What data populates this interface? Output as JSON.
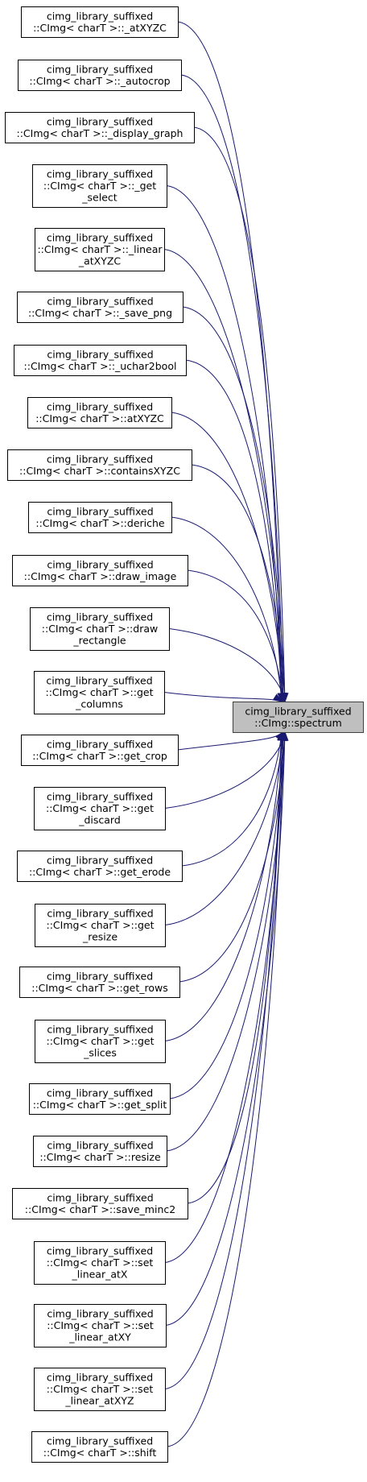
{
  "target": {
    "lines": [
      "cimg_library_suffixed",
      "::CImg::spectrum"
    ]
  },
  "callers": [
    {
      "lines": [
        "cimg_library_suffixed",
        "::CImg< charT >::_atXYZC"
      ]
    },
    {
      "lines": [
        "cimg_library_suffixed",
        "::CImg< charT >::_autocrop"
      ]
    },
    {
      "lines": [
        "cimg_library_suffixed",
        "::CImg< charT >::_display_graph"
      ]
    },
    {
      "lines": [
        "cimg_library_suffixed",
        "::CImg< charT >::_get",
        "_select"
      ]
    },
    {
      "lines": [
        "cimg_library_suffixed",
        "::CImg< charT >::_linear",
        "_atXYZC"
      ]
    },
    {
      "lines": [
        "cimg_library_suffixed",
        "::CImg< charT >::_save_png"
      ]
    },
    {
      "lines": [
        "cimg_library_suffixed",
        "::CImg< charT >::_uchar2bool"
      ]
    },
    {
      "lines": [
        "cimg_library_suffixed",
        "::CImg< charT >::atXYZC"
      ]
    },
    {
      "lines": [
        "cimg_library_suffixed",
        "::CImg< charT >::containsXYZC"
      ]
    },
    {
      "lines": [
        "cimg_library_suffixed",
        "::CImg< charT >::deriche"
      ]
    },
    {
      "lines": [
        "cimg_library_suffixed",
        "::CImg< charT >::draw_image"
      ]
    },
    {
      "lines": [
        "cimg_library_suffixed",
        "::CImg< charT >::draw",
        "_rectangle"
      ]
    },
    {
      "lines": [
        "cimg_library_suffixed",
        "::CImg< charT >::get",
        "_columns"
      ]
    },
    {
      "lines": [
        "cimg_library_suffixed",
        "::CImg< charT >::get_crop"
      ]
    },
    {
      "lines": [
        "cimg_library_suffixed",
        "::CImg< charT >::get",
        "_discard"
      ]
    },
    {
      "lines": [
        "cimg_library_suffixed",
        "::CImg< charT >::get_erode"
      ]
    },
    {
      "lines": [
        "cimg_library_suffixed",
        "::CImg< charT >::get",
        "_resize"
      ]
    },
    {
      "lines": [
        "cimg_library_suffixed",
        "::CImg< charT >::get_rows"
      ]
    },
    {
      "lines": [
        "cimg_library_suffixed",
        "::CImg< charT >::get",
        "_slices"
      ]
    },
    {
      "lines": [
        "cimg_library_suffixed",
        "::CImg< charT >::get_split"
      ]
    },
    {
      "lines": [
        "cimg_library_suffixed",
        "::CImg< charT >::resize"
      ]
    },
    {
      "lines": [
        "cimg_library_suffixed",
        "::CImg< charT >::save_minc2"
      ]
    },
    {
      "lines": [
        "cimg_library_suffixed",
        "::CImg< charT >::set",
        "_linear_atX"
      ]
    },
    {
      "lines": [
        "cimg_library_suffixed",
        "::CImg< charT >::set",
        "_linear_atXY"
      ]
    },
    {
      "lines": [
        "cimg_library_suffixed",
        "::CImg< charT >::set",
        "_linear_atXYZ"
      ]
    },
    {
      "lines": [
        "cimg_library_suffixed",
        "::CImg< charT >::shift"
      ]
    }
  ],
  "colors": {
    "edge": "#191970",
    "target_fill": "#bfbfbf",
    "node_border": "#000000"
  }
}
